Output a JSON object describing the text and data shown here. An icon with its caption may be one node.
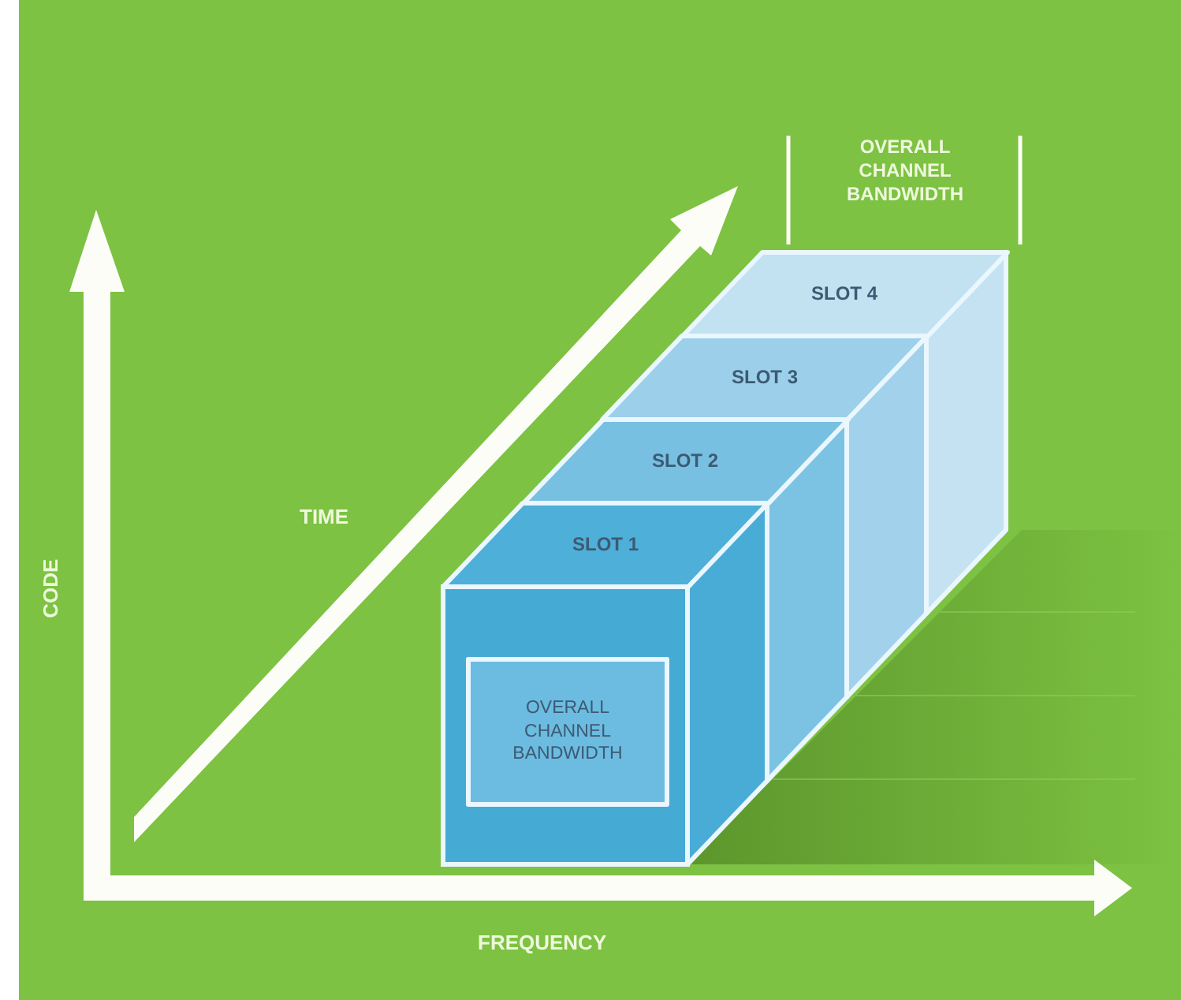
{
  "diagram": {
    "nodes": [
      {
        "text": [
          "SLOT 1"
        ]
      },
      {
        "text": [
          "SLOT 2"
        ]
      },
      {
        "text": [
          "SLOT 3"
        ]
      },
      {
        "text": [
          "SLOT 4"
        ]
      },
      {
        "text": [
          "OVERALL CHANNEL BANDWIDTH"
        ]
      }
    ],
    "labels": [
      "OVERALL CHANNEL BANDWIDTH",
      "TIME",
      "CODE",
      "FREQUENCY"
    ]
  }
}
